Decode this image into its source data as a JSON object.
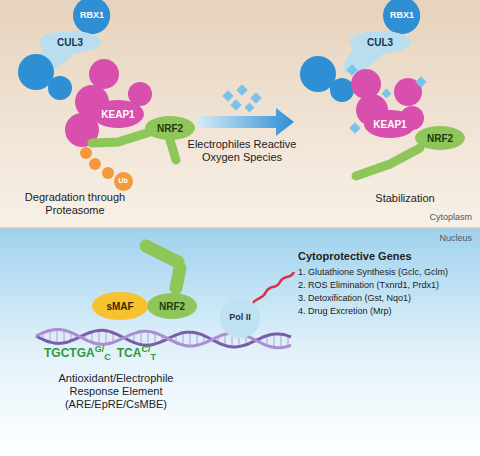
{
  "diagram": {
    "nodes": [
      {
        "text": [
          "RBX1"
        ]
      },
      {
        "text": [
          "CUL3"
        ]
      },
      {
        "text": [
          "KEAP1"
        ]
      },
      {
        "text": [
          "NRF2"
        ]
      },
      {
        "text": [
          "Ub"
        ]
      },
      {
        "text": [
          "RBX1"
        ]
      },
      {
        "text": [
          "CUL3"
        ]
      },
      {
        "text": [
          "KEAP1"
        ]
      },
      {
        "text": [
          "NRF2"
        ]
      },
      {
        "text": [
          "sMAF"
        ]
      },
      {
        "text": [
          "NRF2"
        ]
      },
      {
        "text": [
          "Pol II"
        ]
      }
    ],
    "labels": [
      "Degradation through Proteasome",
      "Electrophiles Reactive Oxygen Species",
      "Stabilization",
      "Cytoplasm",
      "Nucleus",
      "Cytoprotective Genes",
      "1. Glutathione Synthesis (Gclc, Gclm)",
      "2. ROS Elimination (Txnrd1, Prdx1)",
      "3. Detoxification (Gst, Nqo1)",
      "4. Drug Excretion (Mrp)",
      "TGCTGA",
      "G",
      "/",
      "C",
      "TCA",
      "C",
      "/",
      "T",
      "Antioxidant/Electrophile Response Element (ARE/EpRE/CsMBE)"
    ]
  }
}
